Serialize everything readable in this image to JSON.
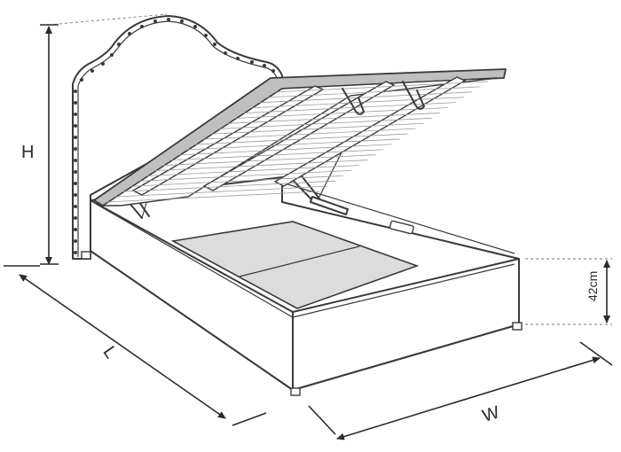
{
  "labels": {
    "height": "H",
    "length": "L",
    "width": "W",
    "clearance": "42cm"
  },
  "colors": {
    "line": "#3a3a3a",
    "lid": "#bfbfbf",
    "floor": "#dcdcdc"
  }
}
